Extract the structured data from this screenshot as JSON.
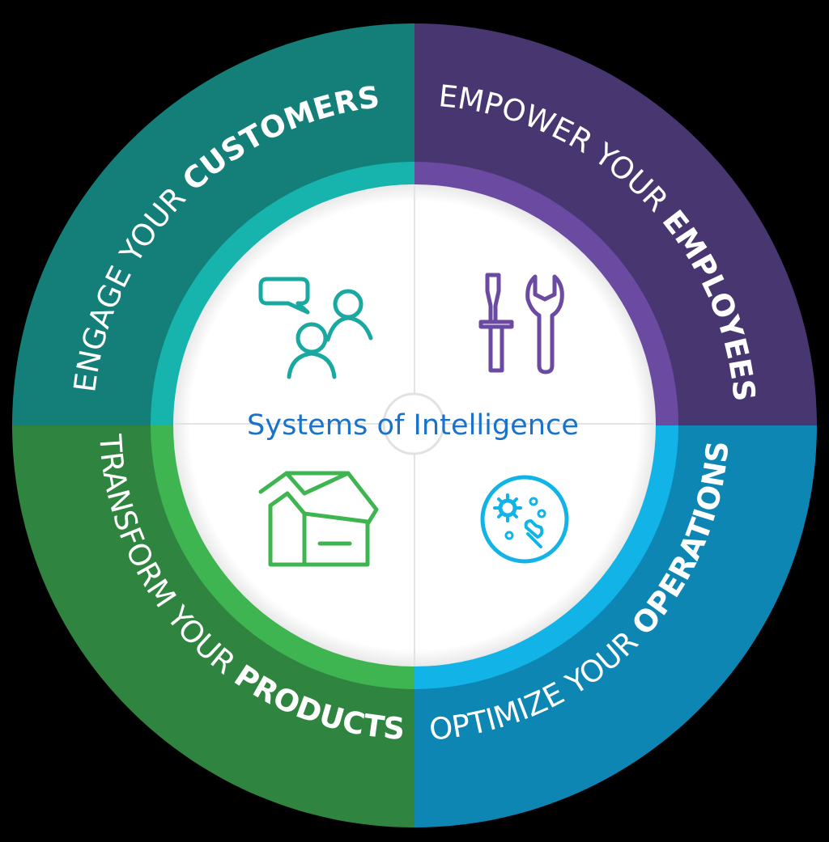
{
  "center_title": "Systems of Intelligence",
  "segments": [
    {
      "id": "customers",
      "prefix": "ENGAGE YOUR ",
      "emphasis": "CUSTOMERS",
      "icon": "people-chat-icon"
    },
    {
      "id": "employees",
      "prefix": "EMPOWER YOUR ",
      "emphasis": "EMPLOYEES",
      "icon": "tools-icon"
    },
    {
      "id": "products",
      "prefix": "TRANSFORM YOUR ",
      "emphasis": "PRODUCTS",
      "icon": "box-icon"
    },
    {
      "id": "operations",
      "prefix": "OPTIMIZE YOUR ",
      "emphasis": "OPERATIONS",
      "icon": "gears-wrench-icon"
    }
  ],
  "colors": {
    "background": "#000000",
    "customers_outer": "#137f78",
    "customers_inner": "#16b4ac",
    "employees_outer": "#483671",
    "employees_inner": "#6b4aa2",
    "products_outer": "#2f8540",
    "products_inner": "#3fb552",
    "operations_outer": "#0e86b3",
    "operations_inner": "#12b4e8",
    "center": "#ffffff",
    "title": "#1a73c9"
  }
}
